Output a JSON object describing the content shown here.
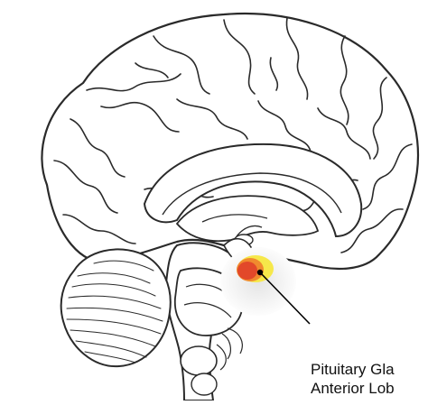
{
  "annotation": {
    "line1": "Pituitary Gla",
    "line2": "Anterior Lob"
  },
  "colors": {
    "outline": "#2a2a2a",
    "fill": "#ffffff",
    "shade": "#efefef",
    "highlight_outer": "#d9d9d9",
    "gland_red": "#e2482a",
    "gland_orange": "#f08a2e",
    "gland_yellow": "#f6e84a",
    "pointer": "#000000"
  },
  "icons": [
    "brain-sagittal-illustration",
    "pituitary-highlight",
    "pointer-dot"
  ]
}
